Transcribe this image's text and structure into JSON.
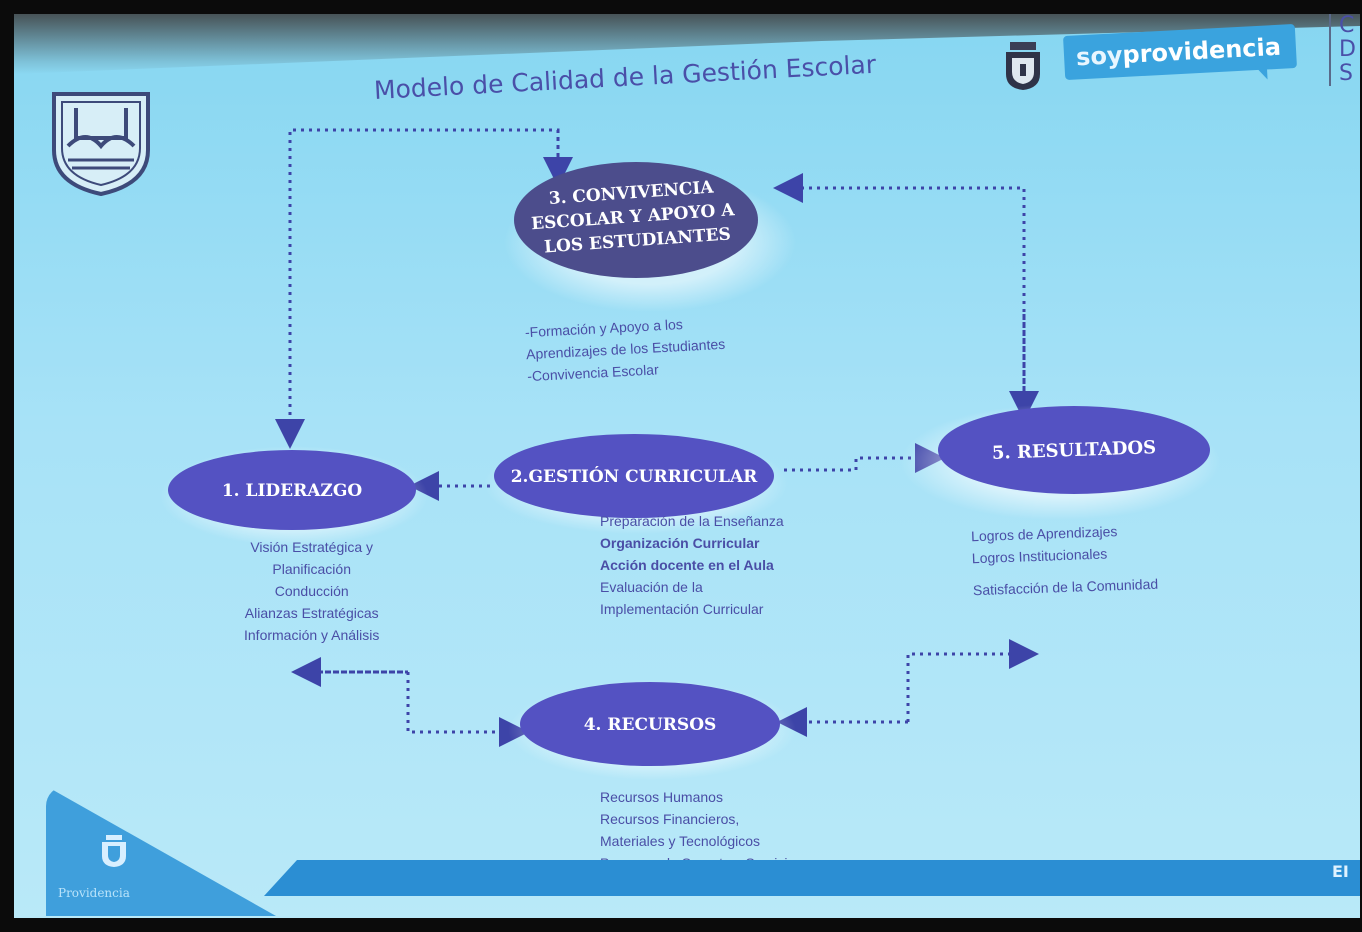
{
  "slide": {
    "title": "Modelo de Calidad de la Gestión Escolar",
    "brand": {
      "soy": "soy",
      "pro": "providencia"
    },
    "right_edge_letters": [
      "C",
      "D",
      "S"
    ],
    "footer_logo_label": "Providencia",
    "band_letters": "EI"
  },
  "nodes": {
    "n3": {
      "label_lines": [
        "3. CONVIVENCIA",
        "ESCOLAR Y APOYO A",
        "LOS ESTUDIANTES"
      ]
    },
    "n1": {
      "label": "1. LIDERAZGO"
    },
    "n2": {
      "label": "2.GESTIÓN CURRICULAR"
    },
    "n5": {
      "label": "5. RESULTADOS"
    },
    "n4": {
      "label": "4. RECURSOS"
    }
  },
  "descriptions": {
    "convivencia": [
      "-Formación y Apoyo a los",
      "Aprendizajes de los Estudiantes",
      "-Convivencia Escolar"
    ],
    "liderazgo": [
      "Visión Estratégica y",
      "Planificación",
      "Conducción",
      "Alianzas Estratégicas",
      "Información y Análisis"
    ],
    "gestion": [
      "Preparación de la Enseñanza",
      "Organización Curricular",
      "Acción docente en el Aula",
      "Evaluación de la",
      "Implementación Curricular"
    ],
    "resultados": [
      "Logros de Aprendizajes",
      "Logros Institucionales",
      "Satisfacción de la Comunidad"
    ],
    "recursos": [
      "Recursos Humanos",
      "Recursos Financieros,",
      "Materiales y Tecnológicos",
      "Procesos de Soporte y Servicios"
    ]
  },
  "colors": {
    "node_fill": "#5a57c4",
    "node_fill_dark": "#474a8f",
    "arrow": "#3d44a8",
    "text_blue": "#4a4ea6"
  }
}
